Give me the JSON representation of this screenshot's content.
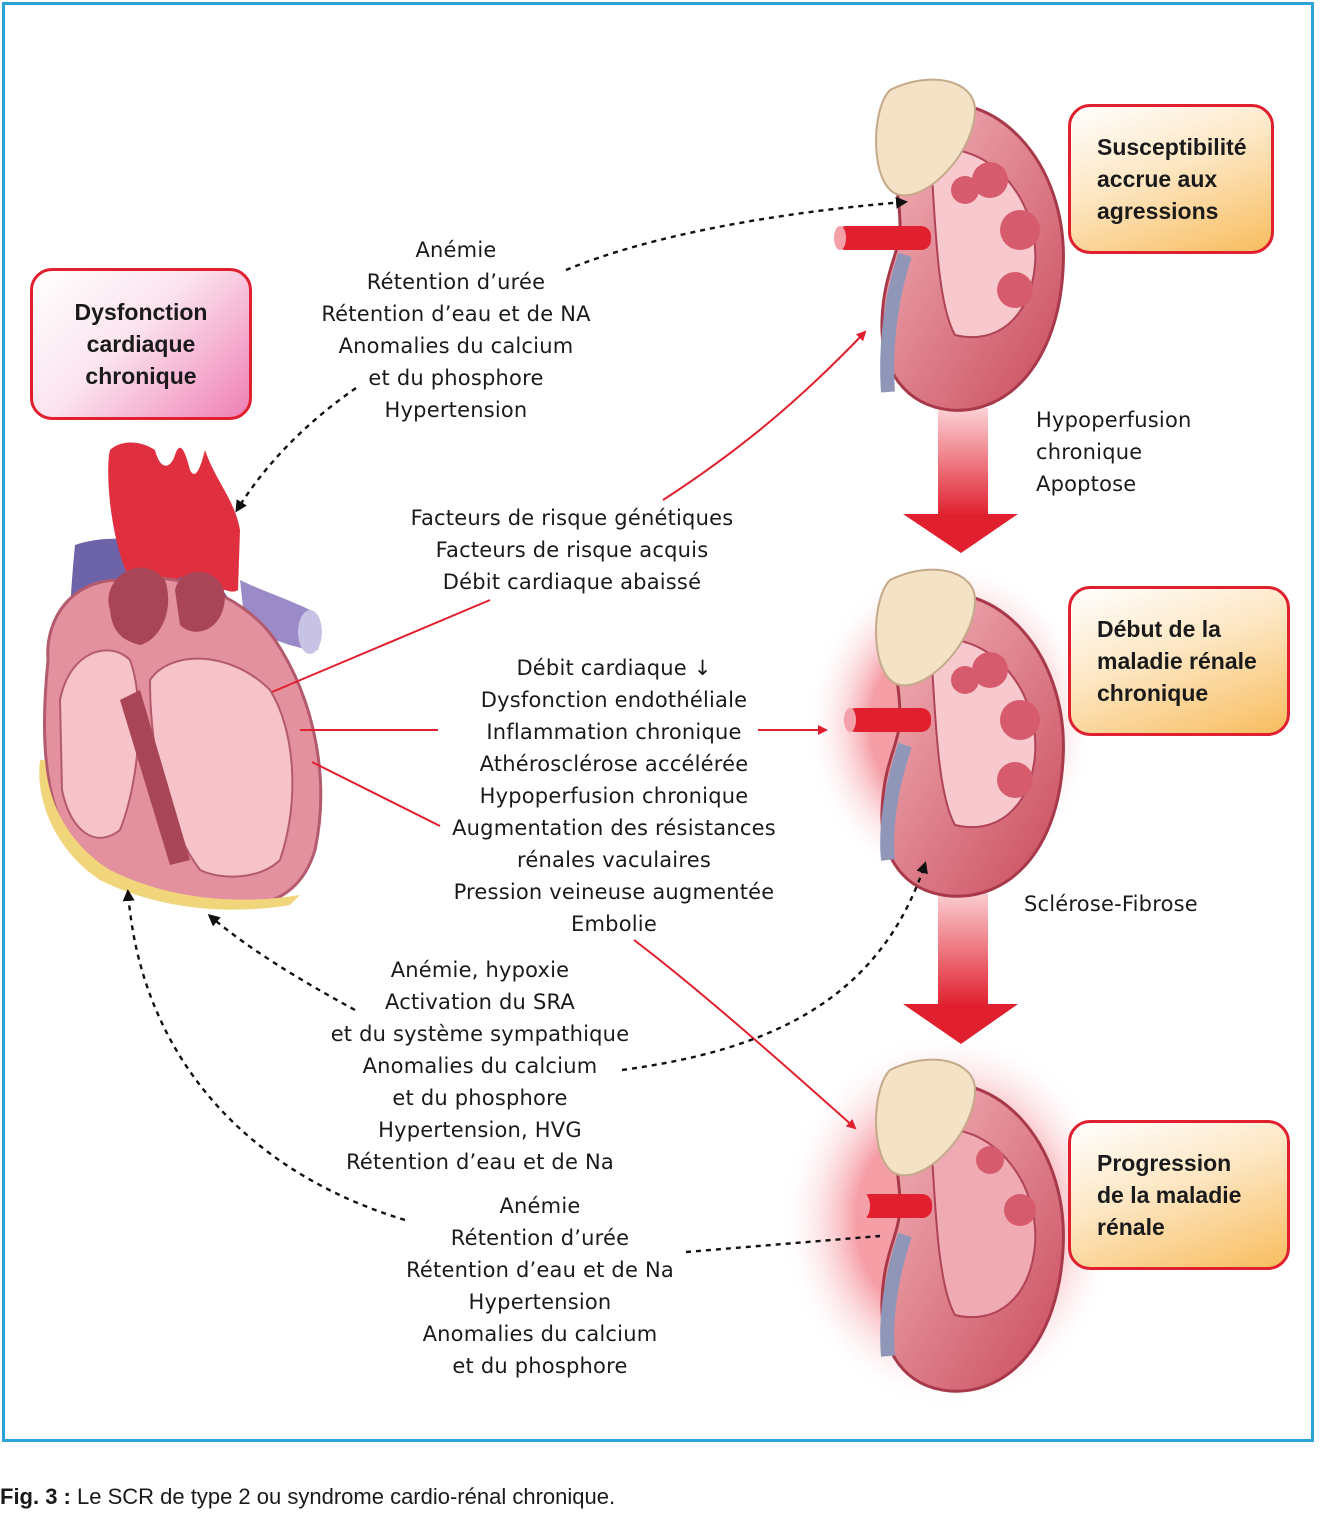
{
  "boxes": {
    "heart": "Dysfonction\ncardiaque\nchronique",
    "stage1": "Susceptibilité\naccrue aux\nagressions",
    "stage2": "Début de la\nmaladie rénale\nchronique",
    "stage3": "Progression\nde la maladie\nrénale"
  },
  "texts": {
    "top_block": "Anémie\nRétention d’urée\nRétention d’eau et de NA\nAnomalies du calcium\net du phosphore\nHypertension",
    "risk_block": "Facteurs de risque génétiques\nFacteurs de risque acquis\nDébit cardiaque abaissé",
    "middle_block": "Débit cardiaque ↓\nDysfonction endothéliale\nInflammation chronique\nAthérosclérose accélérée\nHypoperfusion chronique\nAugmentation des résistances\nrénales vaculaires\nPression veineuse augmentée\nEmbolie",
    "lower_block": "Anémie, hypoxie\nActivation du SRA\net du système sympathique\nAnomalies du calcium\net du phosphore\nHypertension, HVG\nRétention d’eau et de Na",
    "bottom_block": "Anémie\nRétention d’urée\nRétention d’eau et de Na\nHypertension\nAnomalies du calcium\net du phosphore",
    "hypoperfusion": "Hypoperfusion\nchronique\nApoptose",
    "sclerose": "Sclérose-Fibrose"
  },
  "caption": {
    "label": "Fig. 3 :",
    "text": " Le SCR de type 2 ou syndrome cardio-rénal chronique."
  },
  "colors": {
    "red": "#e0202e",
    "frame_blue": "#2aa3d9",
    "pink_box": "#ef7fb4",
    "orange_box": "#f8bd5f"
  }
}
